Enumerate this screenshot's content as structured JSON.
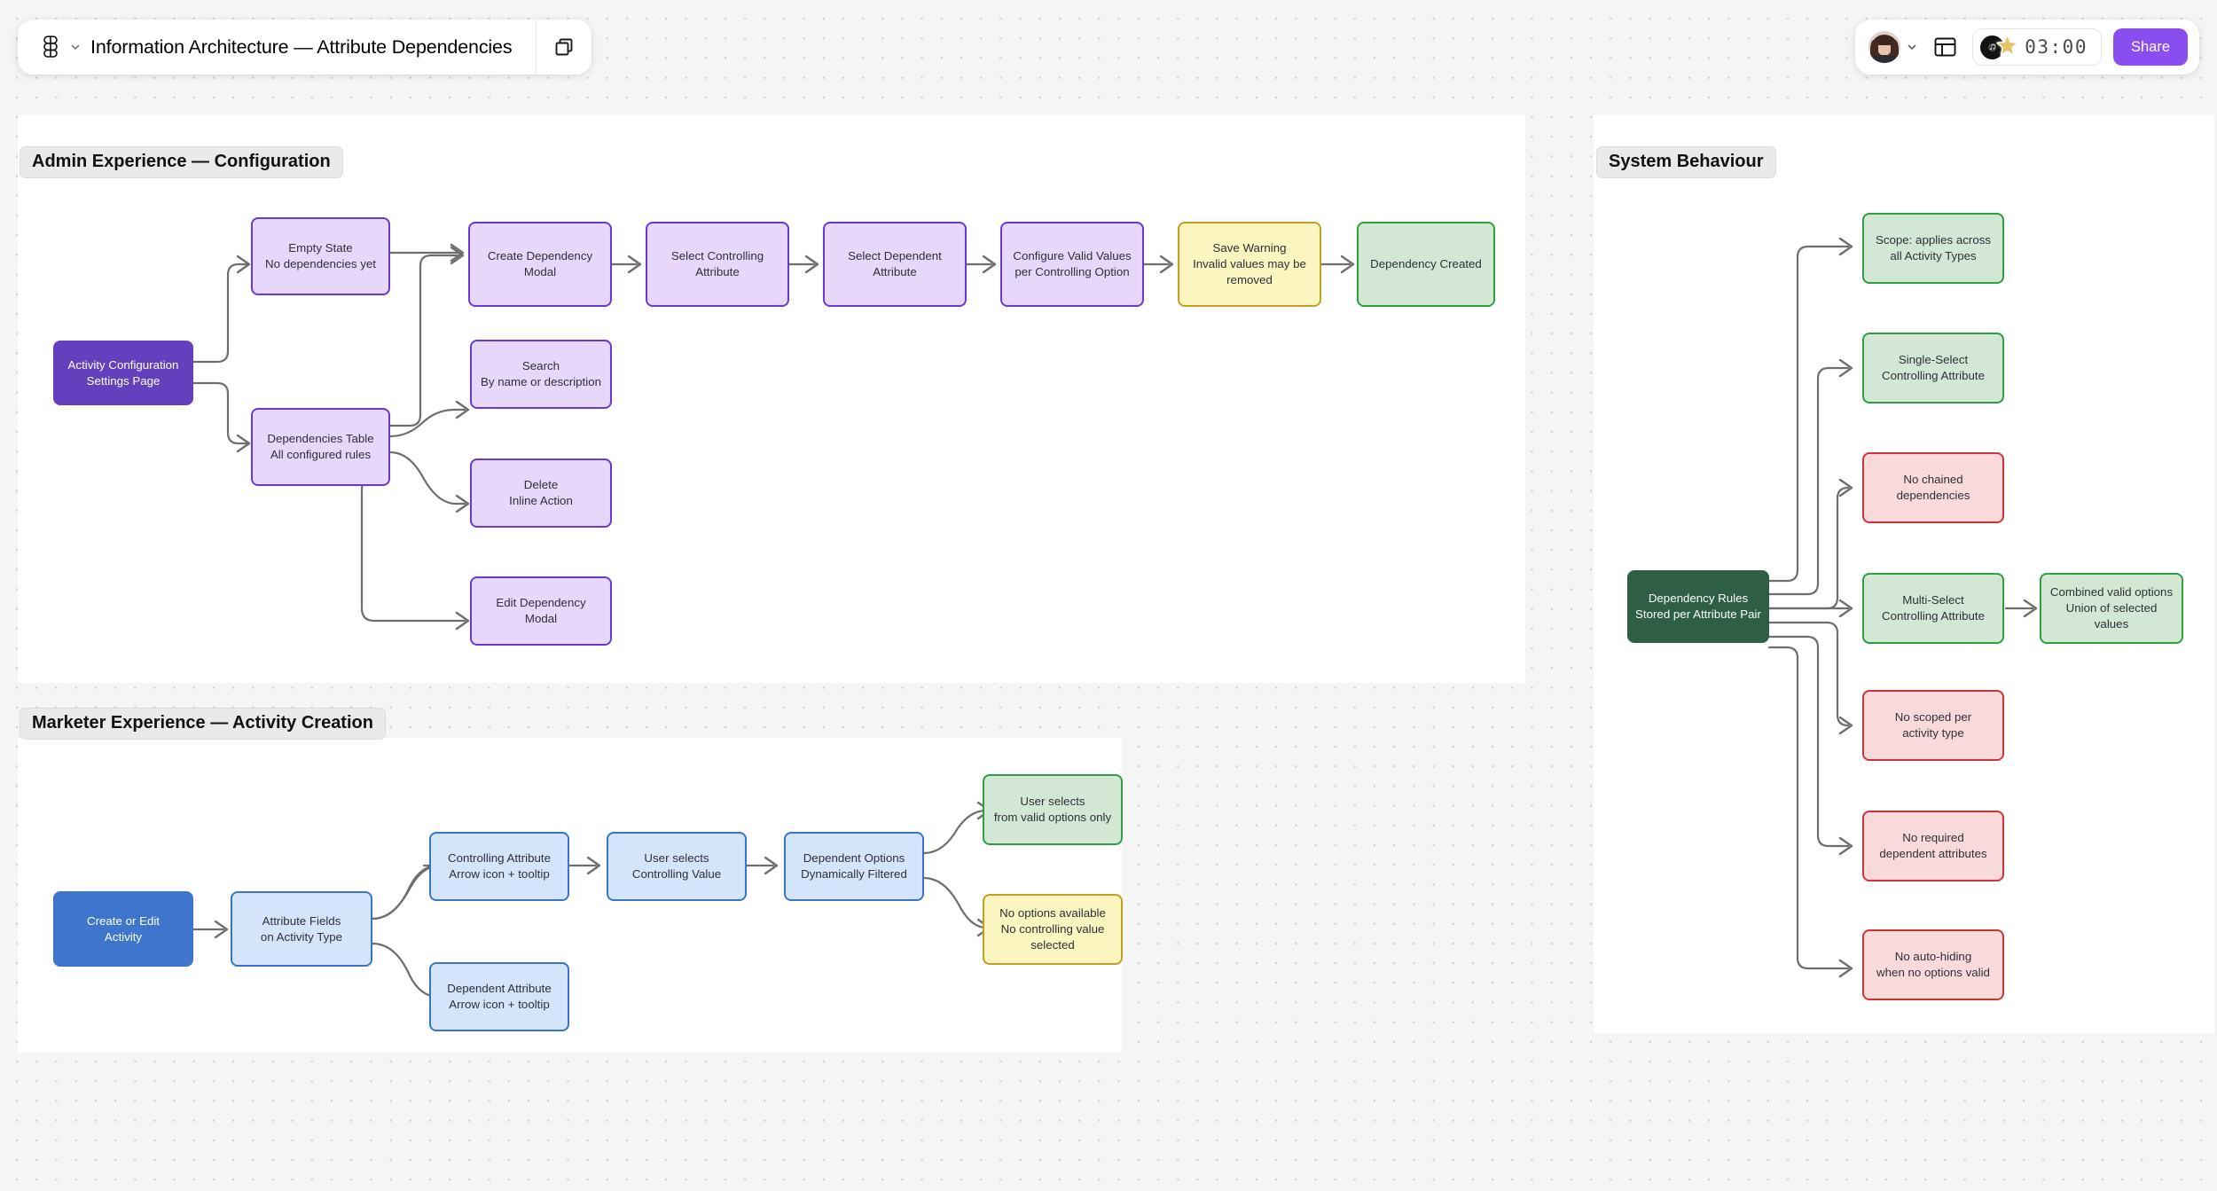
{
  "app": {
    "title": "Information Architecture — Attribute Dependencies",
    "logo_icon": "figjam-logo-icon",
    "chevron_icon": "chevron-down-icon",
    "duplicate_icon": "duplicate-icon",
    "layout_icon": "layout-panel-icon",
    "avatar_icon": "user-avatar",
    "timer_value": "03:00",
    "music_icon": "vinyl-music-icon",
    "star_icon": "star-icon",
    "share_label": "Share",
    "accent_color": "#8a4df0"
  },
  "sections": [
    {
      "id": "admin",
      "title": "Admin Experience — Configuration"
    },
    {
      "id": "marketer",
      "title": "Marketer Experience — Activity Creation"
    },
    {
      "id": "system",
      "title": "System Behaviour"
    }
  ],
  "admin_nodes": [
    {
      "id": "activity-config",
      "line1": "Activity Configuration",
      "line2": "Settings Page"
    },
    {
      "id": "empty-state",
      "line1": "Empty State",
      "line2": "No dependencies yet"
    },
    {
      "id": "dependencies-table",
      "line1": "Dependencies Table",
      "line2": "All configured rules"
    },
    {
      "id": "create-dependency",
      "line1": "Create Dependency",
      "line2": "Modal"
    },
    {
      "id": "select-controlling",
      "line1": "Select Controlling",
      "line2": "Attribute"
    },
    {
      "id": "select-dependent",
      "line1": "Select Dependent",
      "line2": "Attribute"
    },
    {
      "id": "configure-values",
      "line1": "Configure Valid Values",
      "line2": "per Controlling Option"
    },
    {
      "id": "save-warning",
      "line1": "Save Warning",
      "line2": "Invalid values may be removed"
    },
    {
      "id": "dependency-created",
      "line1": "Dependency Created",
      "line2": ""
    },
    {
      "id": "search",
      "line1": "Search",
      "line2": "By name or description"
    },
    {
      "id": "delete",
      "line1": "Delete",
      "line2": "Inline Action"
    },
    {
      "id": "edit-dependency",
      "line1": "Edit Dependency",
      "line2": "Modal"
    }
  ],
  "marketer_nodes": [
    {
      "id": "create-edit-activity",
      "line1": "Create or Edit",
      "line2": "Activity"
    },
    {
      "id": "attribute-fields",
      "line1": "Attribute Fields",
      "line2": "on Activity Type"
    },
    {
      "id": "controlling-attribute",
      "line1": "Controlling Attribute",
      "line2": "Arrow icon + tooltip"
    },
    {
      "id": "dependent-attribute",
      "line1": "Dependent Attribute",
      "line2": "Arrow icon + tooltip"
    },
    {
      "id": "user-selects-value",
      "line1": "User selects",
      "line2": "Controlling Value"
    },
    {
      "id": "dependent-options",
      "line1": "Dependent Options",
      "line2": "Dynamically Filtered"
    },
    {
      "id": "valid-options-only",
      "line1": "User selects",
      "line2": "from valid options only"
    },
    {
      "id": "no-options",
      "line1": "No options available",
      "line2": "No controlling value selected"
    }
  ],
  "system_nodes": [
    {
      "id": "dependency-rules",
      "line1": "Dependency Rules",
      "line2": "Stored per Attribute Pair"
    },
    {
      "id": "scope-activity-types",
      "line1": "Scope: applies across",
      "line2": "all Activity Types"
    },
    {
      "id": "single-select",
      "line1": "Single-Select",
      "line2": "Controlling Attribute"
    },
    {
      "id": "no-chained",
      "line1": "No chained",
      "line2": "dependencies"
    },
    {
      "id": "multi-select",
      "line1": "Multi-Select",
      "line2": "Controlling Attribute"
    },
    {
      "id": "combined-valid",
      "line1": "Combined valid options",
      "line2": "Union of selected values"
    },
    {
      "id": "no-scoped",
      "line1": "No scoped per",
      "line2": "activity type"
    },
    {
      "id": "no-required",
      "line1": "No required",
      "line2": "dependent attributes"
    },
    {
      "id": "no-auto-hiding",
      "line1": "No auto-hiding",
      "line2": "when no options valid"
    }
  ]
}
